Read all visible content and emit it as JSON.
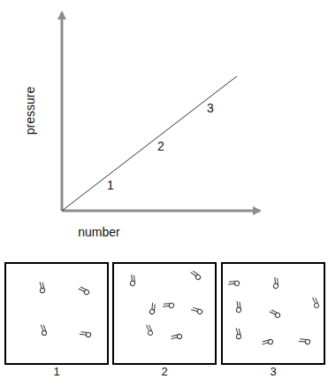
{
  "diagram": {
    "nodes": [
      {
        "text": [
          "1"
        ]
      },
      {
        "text": [
          "2"
        ]
      },
      {
        "text": [
          "3"
        ]
      }
    ],
    "labels": [
      "pressure",
      "number",
      "1",
      "2",
      "3"
    ]
  }
}
